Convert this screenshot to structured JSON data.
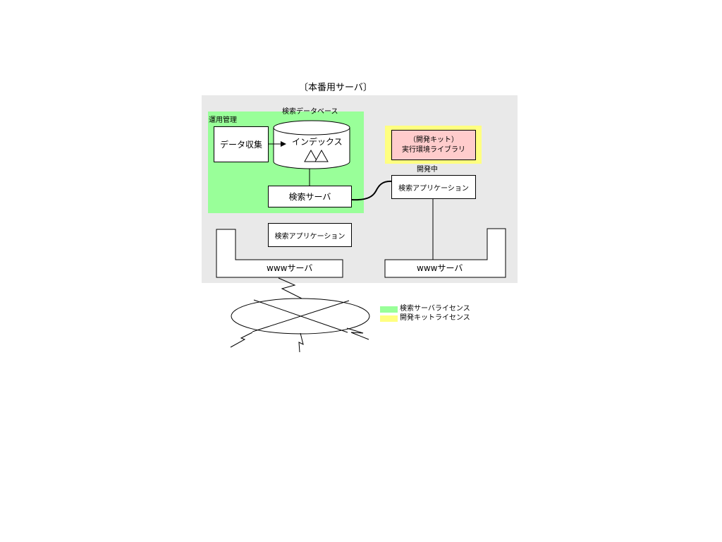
{
  "title": "〔本番用サーバ〕",
  "colors": {
    "server_area": "#e9e9e9",
    "search_license": "#99ff99",
    "devkit_license": "#ffff80",
    "devkit_box": "#ffcccc"
  },
  "labels": {
    "ops_management": "運用管理",
    "search_database": "検索データベース",
    "data_collection": "データ収集",
    "index": "インデックス",
    "search_server": "検索サーバ",
    "search_app_bottom": "検索アプリケーション",
    "devkit_line1": "（開発キット）",
    "devkit_line2": "実行環境ライブラリ",
    "in_development": "開発中",
    "search_app_dev": "検索アプリケーション",
    "www_left": "wwwサーバ",
    "www_right": "wwwサーバ"
  },
  "legend": [
    {
      "label": "検索サーバライセンス",
      "color": "#99ff99"
    },
    {
      "label": "開発キットライセンス",
      "color": "#ffff80"
    }
  ]
}
